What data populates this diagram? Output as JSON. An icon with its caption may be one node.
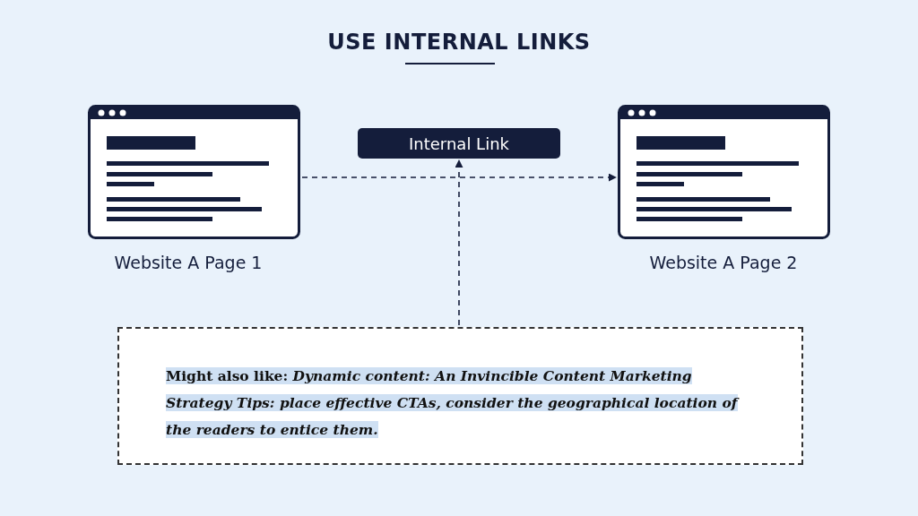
{
  "diagram": {
    "title": "USE INTERNAL LINKS",
    "nodes": [
      {
        "text": [],
        "shape": "picture",
        "beside": [
          "Website A Page 1"
        ]
      },
      {
        "text": [
          "Internal Link"
        ]
      },
      {
        "text": [],
        "shape": "picture",
        "beside": [
          "Website A Page 2"
        ]
      },
      {
        "text": [
          "Might also like: *Dynamic content: An Invincible Content Marketing Strategy* *Tips: place effective CTAs, consider the geographical location of the readers to entice them.*"
        ]
      }
    ],
    "edges": [
      {
        "from": 0,
        "to": 2,
        "arrow": "to",
        "style": "dashed"
      },
      {
        "from": 3,
        "to": 1,
        "arrow": "to",
        "style": "dashed"
      }
    ]
  }
}
